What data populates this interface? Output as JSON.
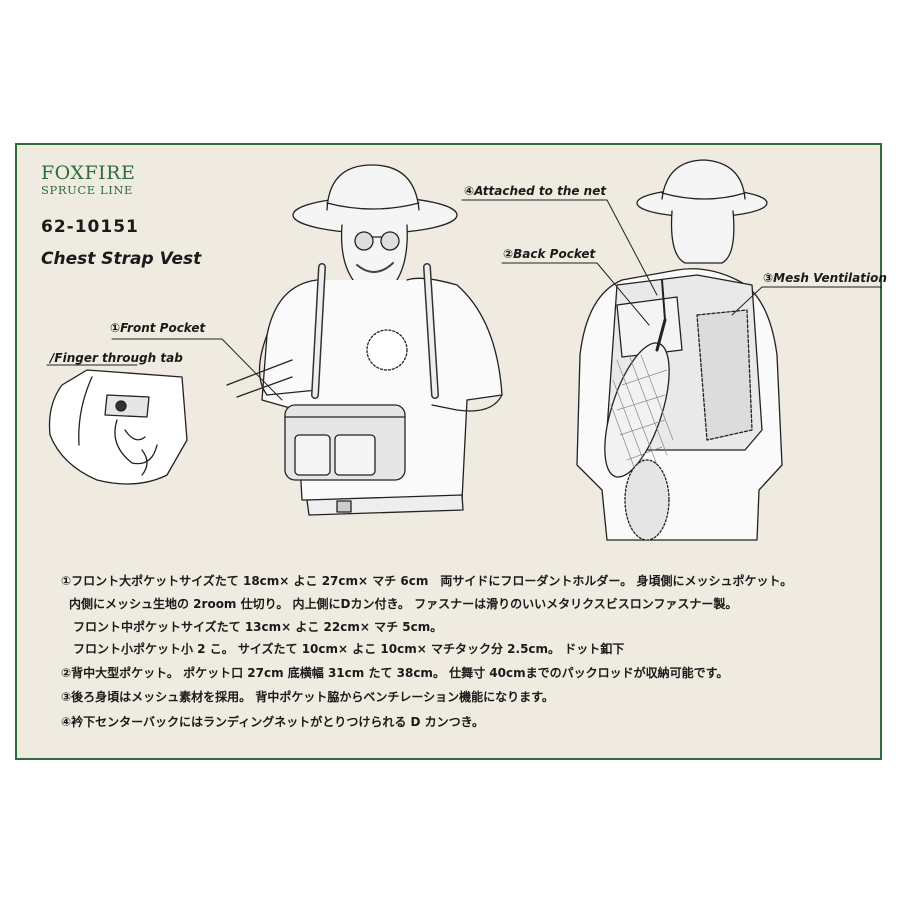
{
  "brand": {
    "name": "FOXFIRE",
    "line": "SPRUCE LINE",
    "color": "#2f6b3b"
  },
  "product": {
    "code": "62-10151",
    "name": "Chest Strap Vest"
  },
  "callouts": {
    "front_pocket": "①Front Pocket",
    "finger_tab": "/Finger through tab",
    "attached_net": "④Attached  to the net",
    "back_pocket": "②Back Pocket",
    "mesh_ventilation": "③Mesh Ventilation"
  },
  "notes": [
    "①フロント大ポケットサイズたて 18cm× よこ 27cm× マチ 6cm　両サイドにフローダントホルダー。 身頃側にメッシュポケット。",
    "内側にメッシュ生地の 2room 仕切り。 内上側にDカン付き。 ファスナーは滑りのいいメタリクスビスロンファスナー製。",
    "フロント中ポケットサイズたて 13cm× よこ 22cm× マチ 5cm。",
    "フロント小ポケット小 2 こ。 サイズたて 10cm× よこ 10cm× マチタック分 2.5cm。 ドット釦下",
    "②背中大型ポケット。 ポケット口 27cm 底横幅 31cm たて 38cm。 仕舞寸 40cmまでのパックロッドが収納可能です。",
    "③後ろ身頃はメッシュ素材を採用。 背中ポケット脇からベンチレーション機能になります。",
    "④衿下センターバックにはランディングネットがとりつけられる D カンつき。"
  ]
}
